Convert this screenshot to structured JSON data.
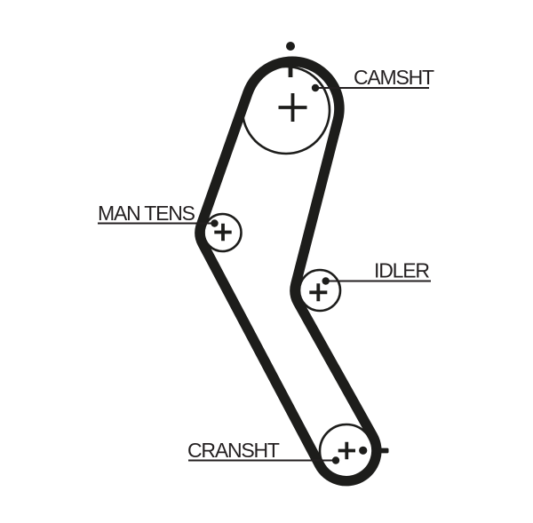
{
  "diagram": {
    "kind": "timing-belt-routing",
    "background": "#ffffff",
    "line_color": "#231f20",
    "belt_color": "#1d1d1b"
  },
  "labels": {
    "camshaft": "CAMSHT",
    "manual_tensioner": "MAN TENS",
    "idler": "IDLER",
    "crankshaft": "CRANSHT"
  },
  "marker_symbols": {
    "pulley_center_cross": "+",
    "camshaft_timing_dot": "•",
    "crankshaft_reference_dot": "•",
    "crankshaft_minus_mark": "−"
  }
}
